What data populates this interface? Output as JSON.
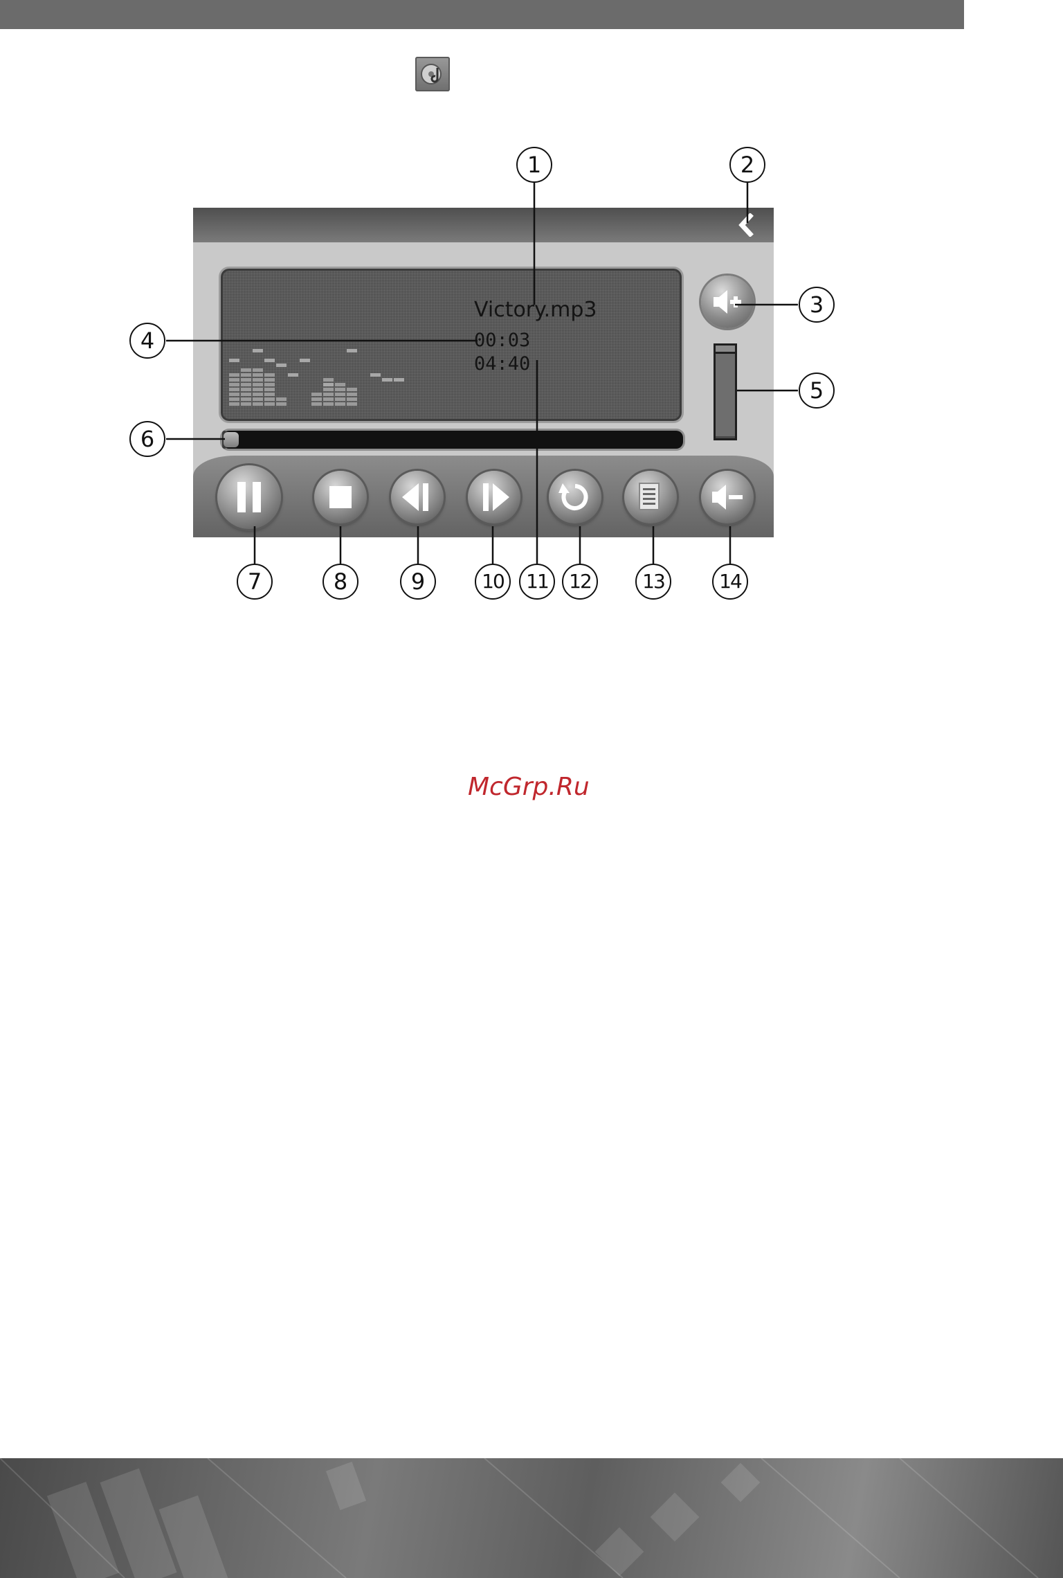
{
  "player": {
    "track_name": "Victory.mp3",
    "time_elapsed": "00:03",
    "time_total": "04:40",
    "progress_fraction": 0.01,
    "volume_fraction": 0.02
  },
  "callouts": {
    "c1": "1",
    "c2": "2",
    "c3": "3",
    "c4": "4",
    "c5": "5",
    "c6": "6",
    "c7": "7",
    "c8": "8",
    "c9": "9",
    "c10": "10",
    "c11": "11",
    "c12": "12",
    "c13": "13",
    "c14": "14"
  },
  "watermark": "McGrp.Ru",
  "icons": {
    "app": "music-disc-icon",
    "back": "chevron-left-icon",
    "volume_up": "volume-up-icon",
    "volume_down": "volume-down-icon",
    "pause": "pause-icon",
    "stop": "stop-icon",
    "previous": "previous-track-icon",
    "next": "next-track-icon",
    "repeat": "repeat-icon",
    "playlist": "playlist-icon"
  },
  "colors": {
    "top_bar": "#6b6b6b",
    "screen": "#565656",
    "watermark": "#c0272d"
  }
}
